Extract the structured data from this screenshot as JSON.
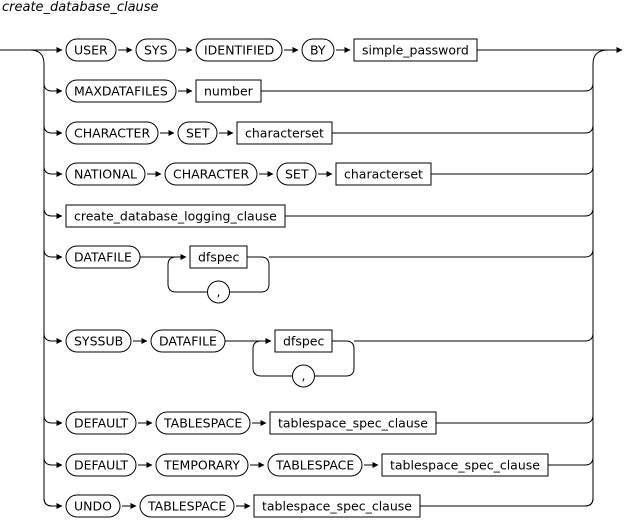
{
  "title": "create_database_clause",
  "rows": [
    {
      "items": [
        {
          "text": "USER",
          "kind": "keyword"
        },
        {
          "text": "SYS",
          "kind": "keyword"
        },
        {
          "text": "IDENTIFIED",
          "kind": "keyword"
        },
        {
          "text": "BY",
          "kind": "keyword"
        },
        {
          "text": "simple_password",
          "kind": "param"
        }
      ]
    },
    {
      "items": [
        {
          "text": "MAXDATAFILES",
          "kind": "keyword"
        },
        {
          "text": "number",
          "kind": "param"
        }
      ]
    },
    {
      "items": [
        {
          "text": "CHARACTER",
          "kind": "keyword"
        },
        {
          "text": "SET",
          "kind": "keyword"
        },
        {
          "text": "characterset",
          "kind": "param"
        }
      ]
    },
    {
      "items": [
        {
          "text": "NATIONAL",
          "kind": "keyword"
        },
        {
          "text": "CHARACTER",
          "kind": "keyword"
        },
        {
          "text": "SET",
          "kind": "keyword"
        },
        {
          "text": "characterset",
          "kind": "param"
        }
      ]
    },
    {
      "items": [
        {
          "text": "create_database_logging_clause",
          "kind": "param"
        }
      ]
    },
    {
      "items": [
        {
          "text": "DATAFILE",
          "kind": "keyword"
        },
        {
          "text": "dfspec",
          "kind": "param",
          "loop_separator": ","
        }
      ]
    },
    {
      "items": [
        {
          "text": "SYSSUB",
          "kind": "keyword"
        },
        {
          "text": "DATAFILE",
          "kind": "keyword"
        },
        {
          "text": "dfspec",
          "kind": "param",
          "loop_separator": ","
        }
      ]
    },
    {
      "items": [
        {
          "text": "DEFAULT",
          "kind": "keyword"
        },
        {
          "text": "TABLESPACE",
          "kind": "keyword"
        },
        {
          "text": "tablespace_spec_clause",
          "kind": "param"
        }
      ]
    },
    {
      "items": [
        {
          "text": "DEFAULT",
          "kind": "keyword"
        },
        {
          "text": "TEMPORARY",
          "kind": "keyword"
        },
        {
          "text": "TABLESPACE",
          "kind": "keyword"
        },
        {
          "text": "tablespace_spec_clause",
          "kind": "param"
        }
      ]
    },
    {
      "items": [
        {
          "text": "UNDO",
          "kind": "keyword"
        },
        {
          "text": "TABLESPACE",
          "kind": "keyword"
        },
        {
          "text": "tablespace_spec_clause",
          "kind": "param"
        }
      ]
    }
  ]
}
